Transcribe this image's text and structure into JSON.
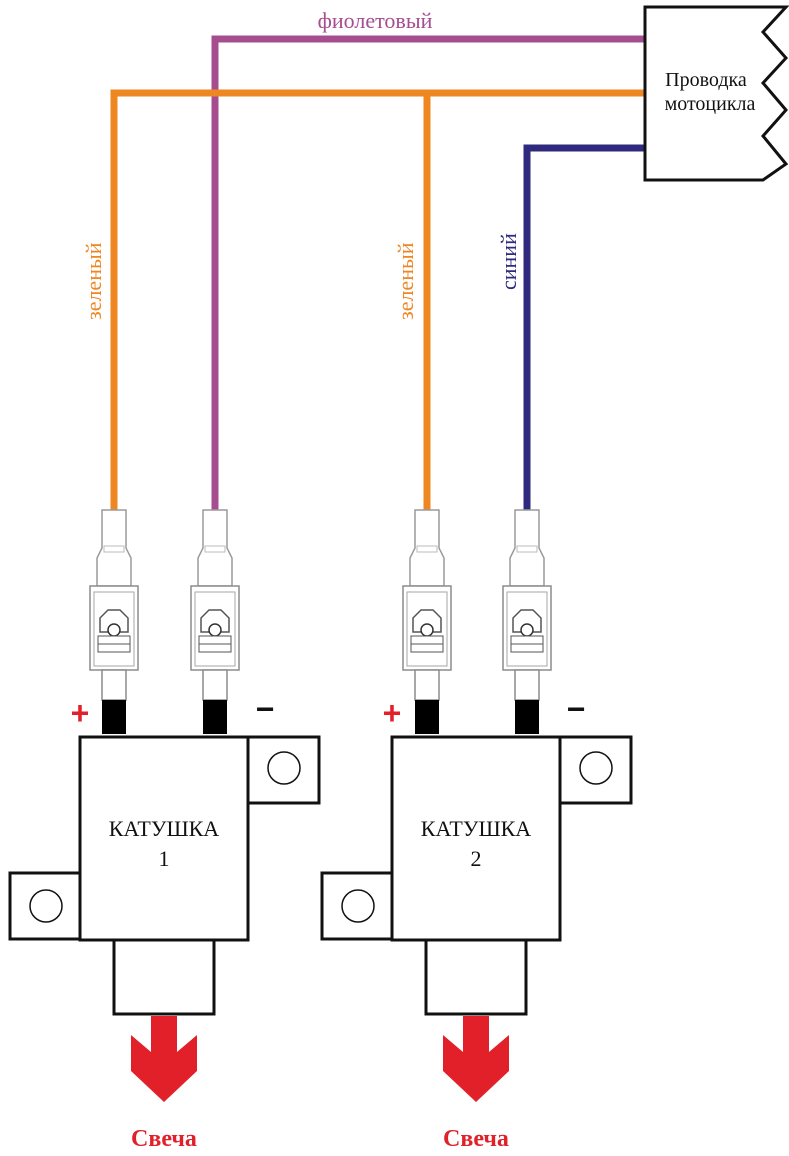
{
  "harness": {
    "label_line1": "Проводка",
    "label_line2": "мотоцикла"
  },
  "wires": {
    "violet": {
      "label": "фиолетовый",
      "color": "#a64d8f"
    },
    "green_1": {
      "label": "зеленый",
      "color": "#ee8622"
    },
    "green_2": {
      "label": "зеленый",
      "color": "#ee8622"
    },
    "blue": {
      "label": "синий",
      "color": "#2f2a7e"
    }
  },
  "coils": [
    {
      "title": "КАТУШКА",
      "number": "1",
      "plus": "+",
      "minus": "−",
      "output": "Свеча"
    },
    {
      "title": "КАТУШКА",
      "number": "2",
      "plus": "+",
      "minus": "−",
      "output": "Свеча"
    }
  ],
  "colors": {
    "line": "#111111",
    "accent_red": "#e2202a",
    "connector_grey": "#9a9a9a",
    "black_part": "#000000"
  }
}
